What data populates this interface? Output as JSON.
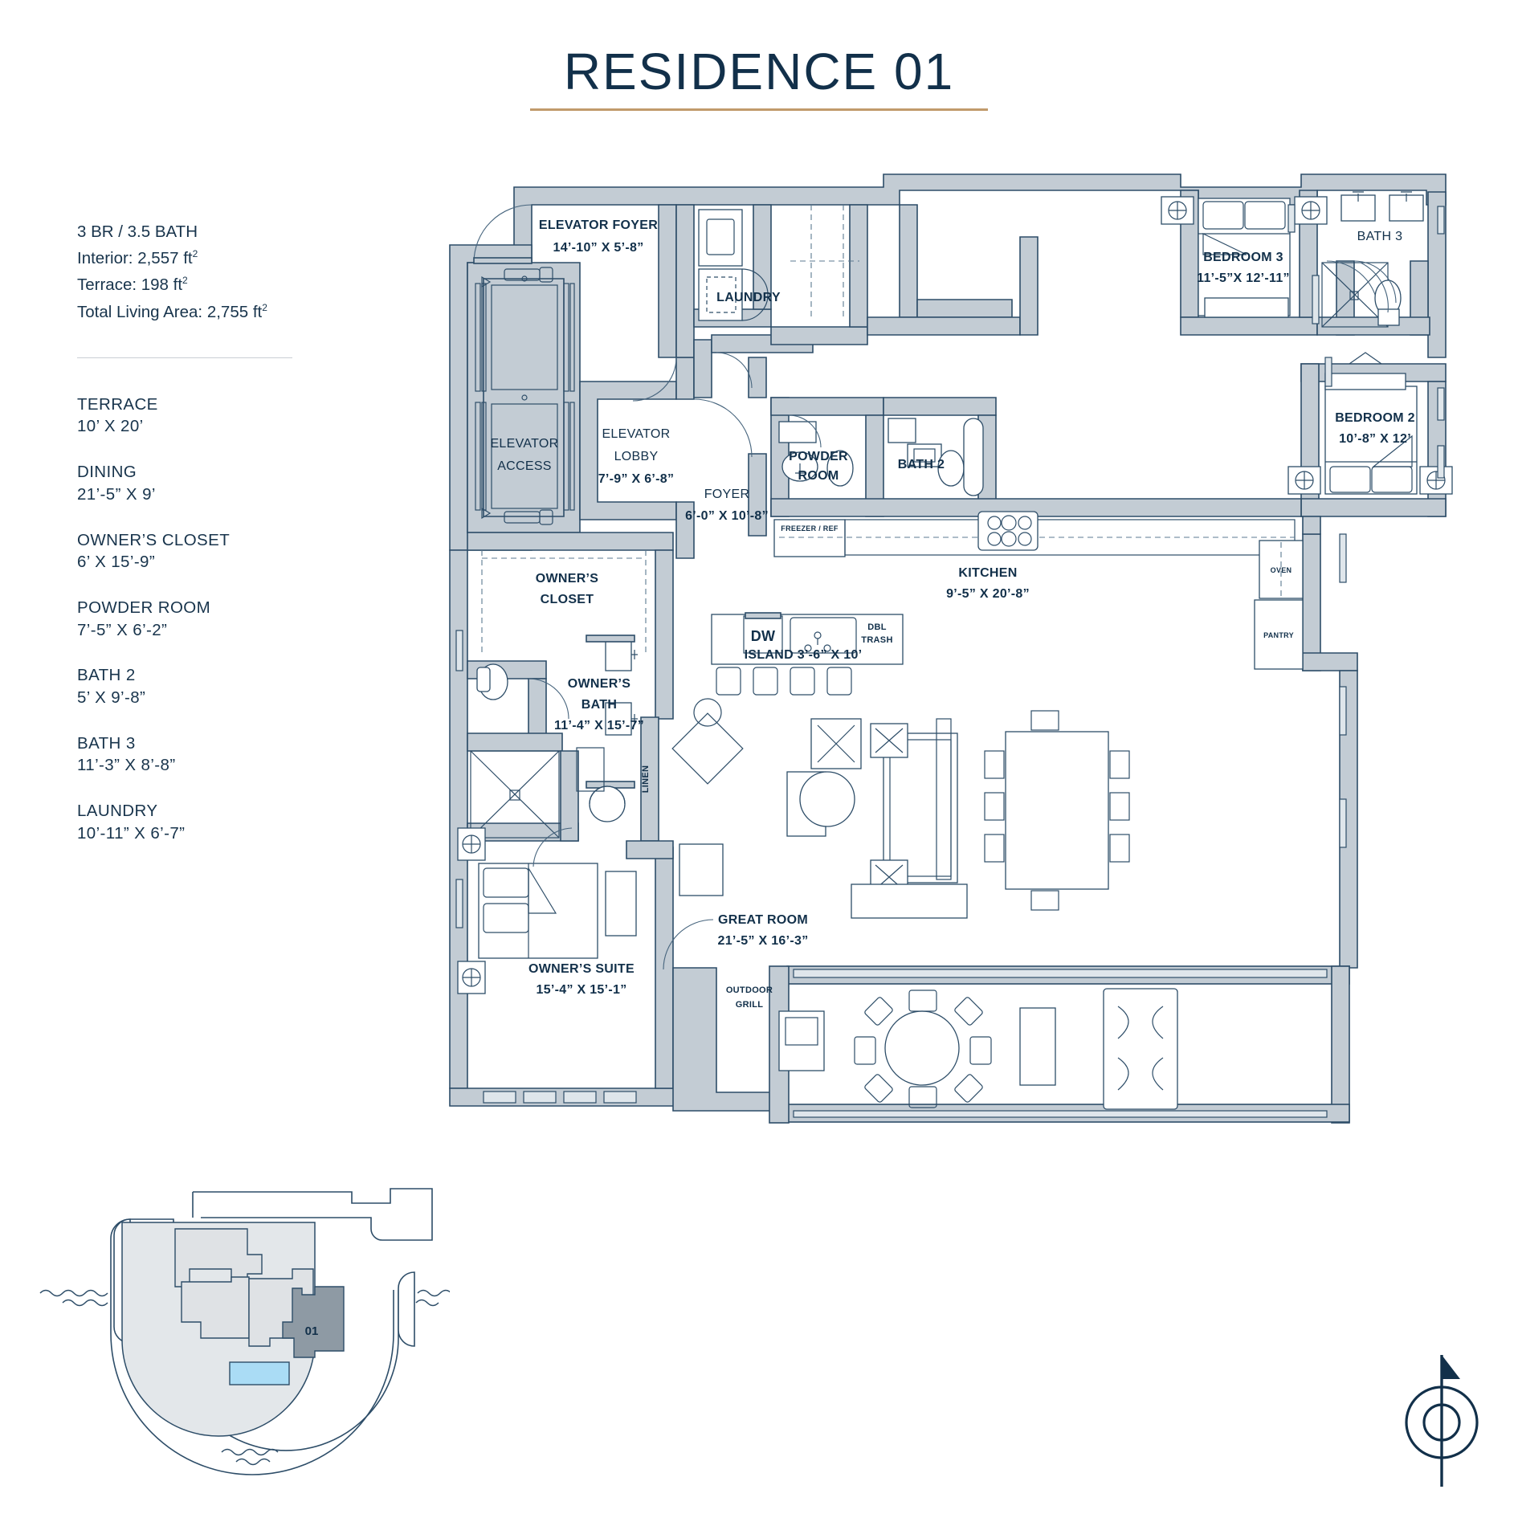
{
  "title": "RESIDENCE 01",
  "summary": {
    "beds_baths": "3 BR / 3.5 BATH",
    "interior": "Interior: 2,557 ft",
    "interior_sup": "2",
    "terrace": "Terrace: 198 ft",
    "terrace_sup": "2",
    "total": "Total Living Area: 2,755 ft",
    "total_sup": "2"
  },
  "rooms": [
    {
      "name": "TERRACE",
      "dim": "10’ X 20’"
    },
    {
      "name": "DINING",
      "dim": "21’-5” X 9’"
    },
    {
      "name": "OWNER’S CLOSET",
      "dim": "6’ X 15’-9”"
    },
    {
      "name": "POWDER ROOM",
      "dim": "7’-5” X 6’-2”"
    },
    {
      "name": "BATH 2",
      "dim": "5’ X 9’-8”"
    },
    {
      "name": "BATH 3",
      "dim": "11’-3” X 8’-8”"
    },
    {
      "name": "LAUNDRY",
      "dim": "10’-11” X 6’-7”"
    }
  ],
  "plan_labels": {
    "elevator_foyer": "ELEVATOR FOYER",
    "elevator_foyer_dim": "14’-10” X 5’-8”",
    "laundry": "LAUNDRY",
    "bedroom3": "BEDROOM 3",
    "bedroom3_dim": "11’-5”X 12’-11”",
    "bath3": "BATH 3",
    "bedroom2": "BEDROOM 2",
    "bedroom2_dim": "10’-8” X 12’",
    "elevator_access_1": "ELEVATOR",
    "elevator_access_2": "ACCESS",
    "elevator_lobby_1": "ELEVATOR",
    "elevator_lobby_2": "LOBBY",
    "elevator_lobby_dim": "7’-9” X 6’-8”",
    "foyer": "FOYER",
    "foyer_dim": "6’-0” X 10’-8”",
    "powder_1": "POWDER",
    "powder_2": "ROOM",
    "bath2": "BATH 2",
    "freezer_ref": "FREEZER / REF",
    "kitchen": "KITCHEN",
    "kitchen_dim": "9’-5” X 20’-8”",
    "oven": "OVEN",
    "pantry": "PANTRY",
    "dw": "DW",
    "dbl": "DBL",
    "trash": "TRASH",
    "island": "ISLAND 3’-6” X 10’",
    "owners_closet_1": "OWNER’S",
    "owners_closet_2": "CLOSET",
    "owners_bath_1": "OWNER’S",
    "owners_bath_2": "BATH",
    "owners_bath_dim": "11’-4” X 15’-7”",
    "linen": "LINEN",
    "owners_suite": "OWNER’S SUITE",
    "owners_suite_dim": "15’-4” X 15’-1”",
    "great_room": "GREAT ROOM",
    "great_room_dim": "21’-5” X 16’-3”",
    "outdoor_1": "OUTDOOR",
    "outdoor_2": "GRILL"
  },
  "keyplan": {
    "unit_label": "01"
  },
  "colors": {
    "ink": "#12304a",
    "accent_rule": "#c19a6b",
    "wall_fill": "#c3ccd4",
    "wall_stroke": "#2d4d68",
    "keyplan_building": "#dfe2e5",
    "keyplan_unit": "#8e9aa4",
    "keyplan_pool": "#aadcf5"
  }
}
